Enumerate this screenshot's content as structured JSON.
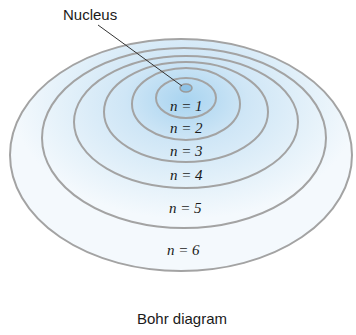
{
  "diagram": {
    "caption": "Bohr diagram",
    "labels": [
      "Nucleus",
      "n = 1",
      "n = 2",
      "n = 3",
      "n = 4",
      "n = 5",
      "n = 6"
    ]
  }
}
